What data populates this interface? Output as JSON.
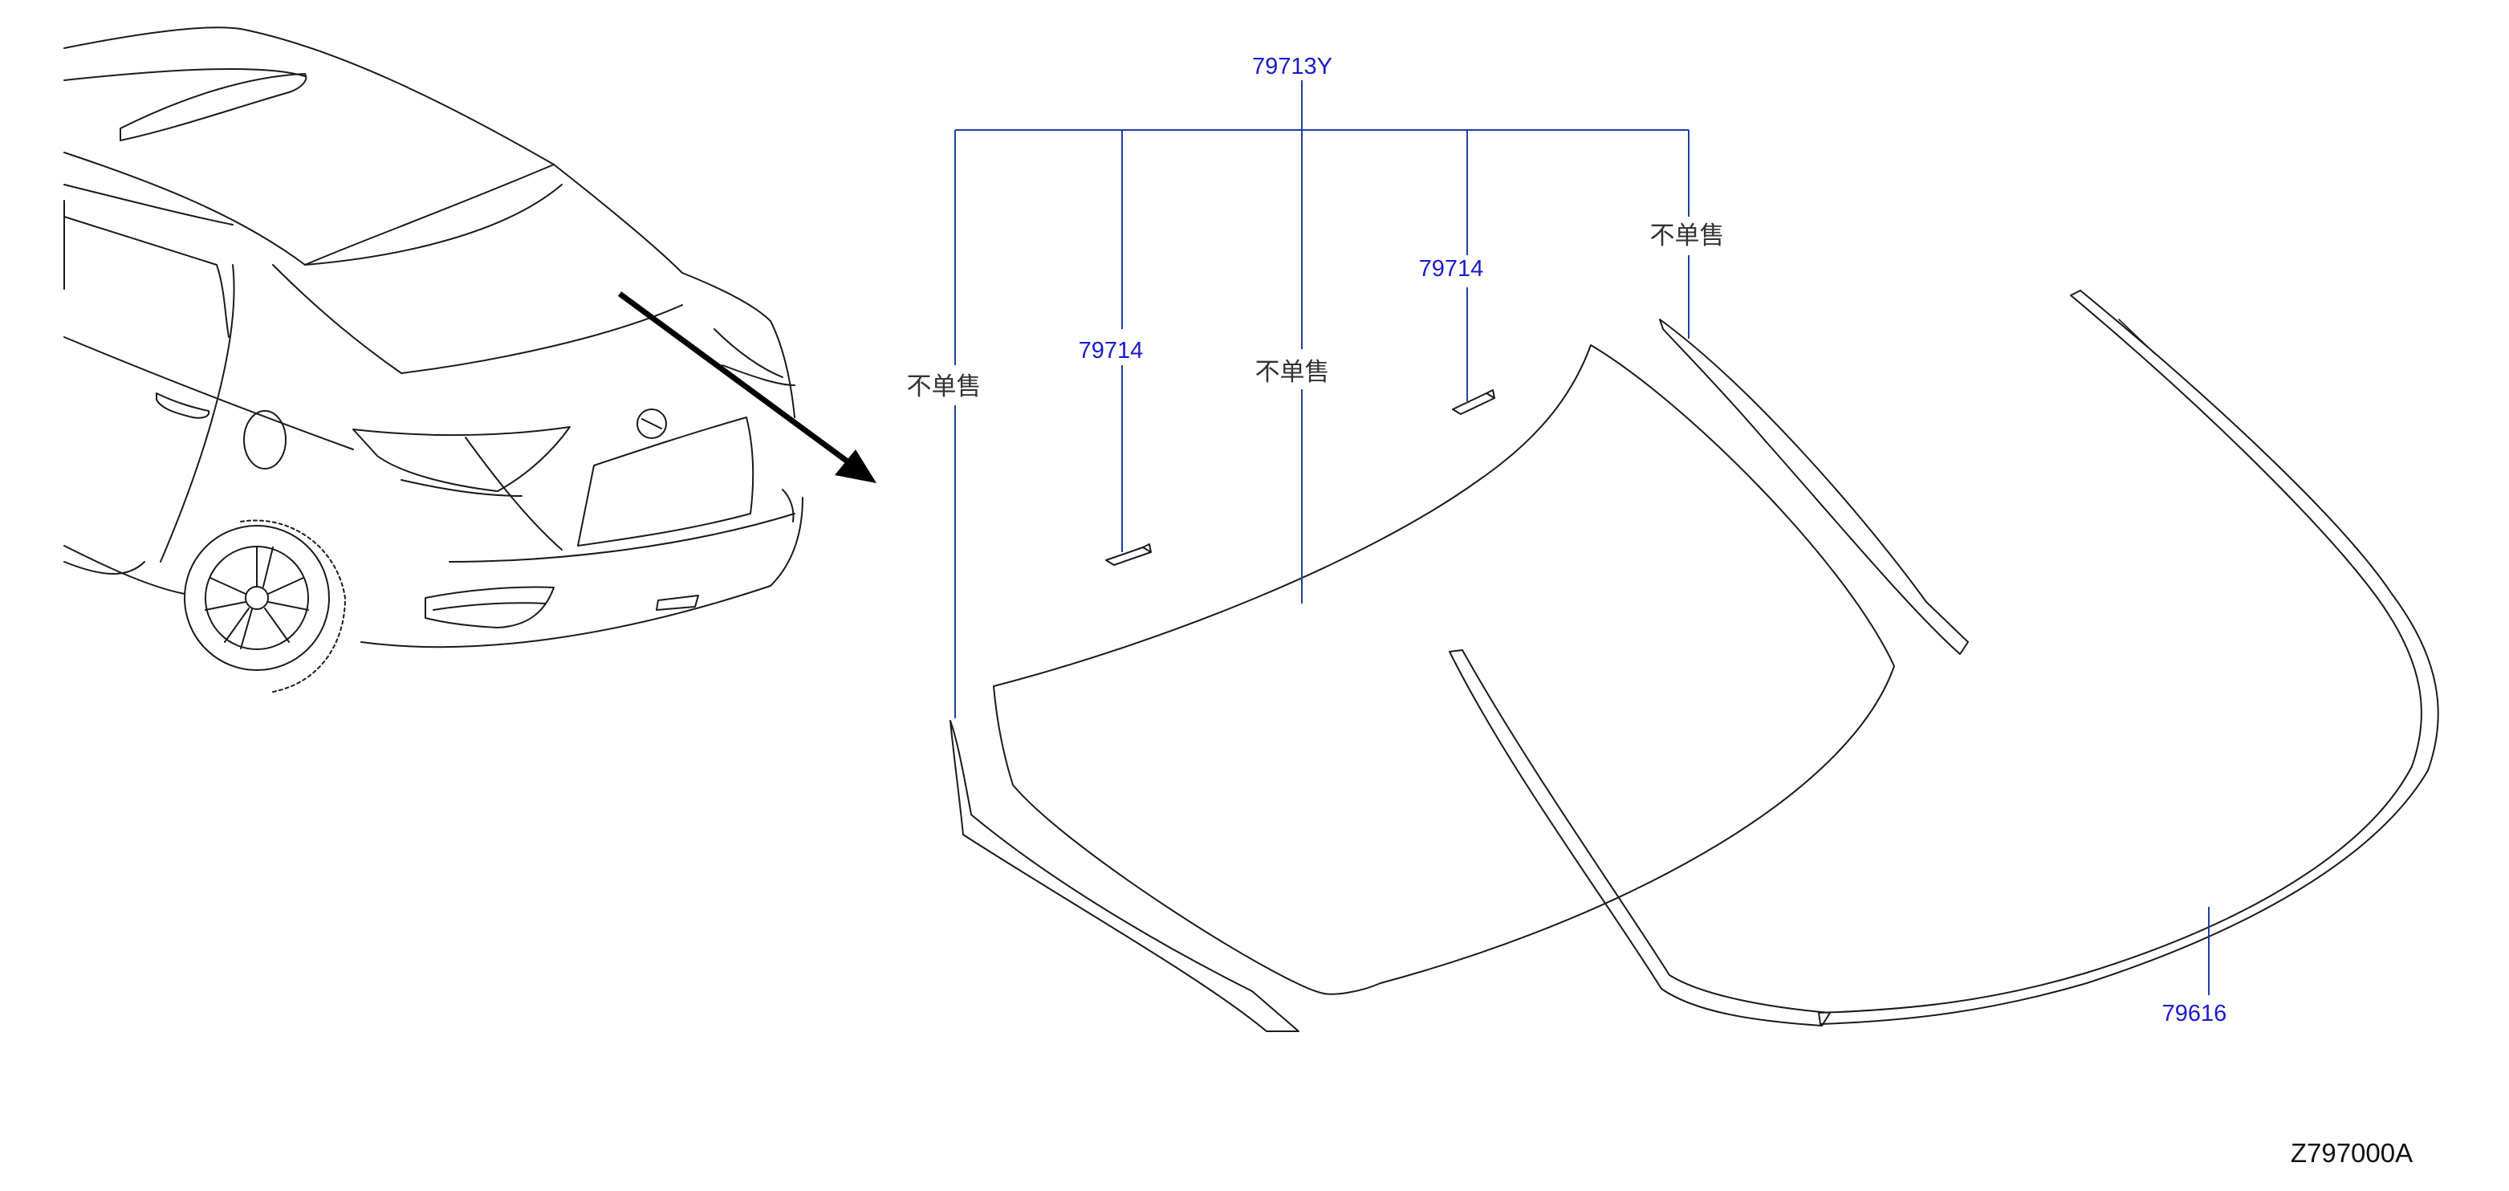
{
  "callouts": {
    "group_part": "79713Y",
    "clip_left": "79714",
    "clip_right": "79714",
    "molding": "79616",
    "not_sold_left": "不单售",
    "not_sold_center": "不单售",
    "not_sold_right": "不单售"
  },
  "diagram_ref": "Z797000A",
  "colors": {
    "part_number": "#1a1acc",
    "leader_line": "#1f3f9f",
    "drawing_ink": "#1a1a1a"
  }
}
